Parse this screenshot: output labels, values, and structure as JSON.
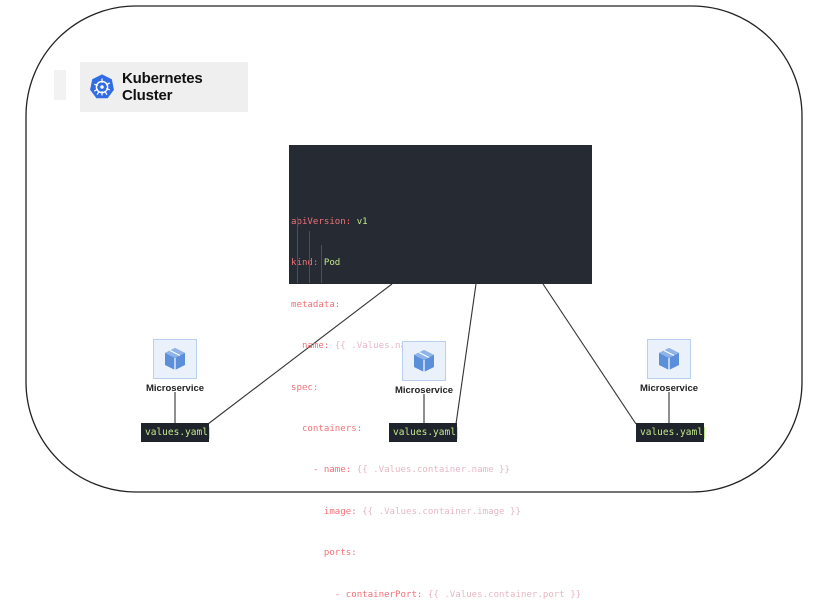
{
  "cluster": {
    "title": "Kubernetes Cluster",
    "logo_icon": "kubernetes-helm-icon",
    "logo_color": "#326ce5"
  },
  "pod_template": {
    "lines": [
      {
        "key": "apiVersion:",
        "value": " v1",
        "indent": 0
      },
      {
        "key": "kind:",
        "value": " Pod",
        "indent": 0
      },
      {
        "key": "metadata:",
        "value": "",
        "indent": 0
      },
      {
        "key": "  name:",
        "value": " {{ .Values.name }}",
        "indent": 1
      },
      {
        "key": "spec:",
        "value": "",
        "indent": 0
      },
      {
        "key": "  containers:",
        "value": "",
        "indent": 1
      },
      {
        "key": "    - name:",
        "value": " {{ .Values.container.name }}",
        "indent": 2
      },
      {
        "key": "      image:",
        "value": " {{ .Values.container.image }}",
        "indent": 3
      },
      {
        "key": "      ports:",
        "value": "",
        "indent": 3
      },
      {
        "key": "        - containerPort:",
        "value": " {{ .Values.container.port }}",
        "indent": 4
      }
    ],
    "colors": {
      "background": "#262a33",
      "key": "#f07178",
      "value": "#c3e88d"
    }
  },
  "microservices": [
    {
      "label": "Microservice",
      "values_file": "values.yaml",
      "icon": "cube-icon"
    },
    {
      "label": "Microservice",
      "values_file": "values.yaml",
      "icon": "cube-icon"
    },
    {
      "label": "Microservice",
      "values_file": "values.yaml",
      "icon": "cube-icon"
    }
  ]
}
